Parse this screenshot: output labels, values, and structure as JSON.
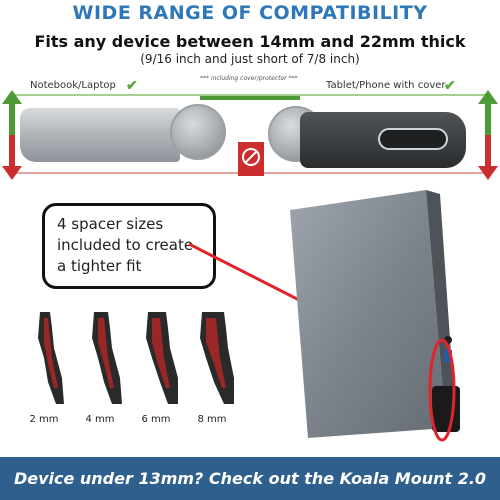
{
  "header": {
    "title": "WIDE RANGE OF COMPATIBILITY",
    "subtitle": "Fits any device between 14mm and 22mm thick",
    "subnote": "(9/16 inch and just short of 7/8 inch)"
  },
  "comparison": {
    "left_label": "Notebook/Laptop",
    "center_label": "*** including cover/protector ***",
    "right_label": "Tablet/Phone with cover",
    "check_icon": "check-icon",
    "accent_green": "#5aab3a",
    "accent_red": "#cc2d2d"
  },
  "callout": {
    "lines": [
      "4 spacer sizes",
      "included to create",
      "a tighter fit"
    ]
  },
  "spacers": [
    {
      "label": "2 mm"
    },
    {
      "label": "4 mm"
    },
    {
      "label": "6 mm"
    },
    {
      "label": "8 mm"
    }
  ],
  "footer": {
    "text": "Device under 13mm? Check out the Koala Mount 2.0"
  },
  "colors": {
    "title_blue": "#2f78b7",
    "footer_blue": "#2f5f8d",
    "highlight_red": "#e0242b"
  }
}
